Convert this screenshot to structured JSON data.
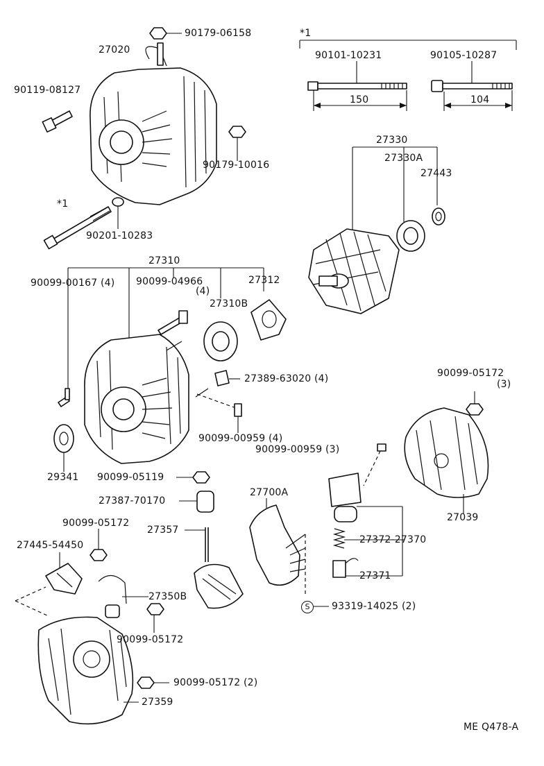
{
  "diagram": {
    "footer_code": "ME Q478-A",
    "labels": {
      "nut_top": "90179-06158",
      "frame_top": "27020",
      "bolt_left": "90119-08127",
      "nut_right_top": "90179-10016",
      "star_top_group": "*1",
      "bolt_long": "90101-10231",
      "bolt_short": "90105-10287",
      "dim_150": "150",
      "dim_104": "104",
      "star_left": "*1",
      "washer": "90201-10283",
      "rotor_group": "27330",
      "rotor_bearing": "27330A",
      "rotor_ring": "27443",
      "drive_frame": "27310",
      "screw_4a": "90099-00167 (4)",
      "stud_4": "90099-04966",
      "stud_4_qty": "(4)",
      "bearing_plate": "27312",
      "bearing": "27310B",
      "clip": "27389-63020 (4)",
      "screw_959_4": "90099-00959 (4)",
      "nut_5172_3": "90099-05172",
      "nut_5172_3_qty": "(3)",
      "screw_959_3": "90099-00959 (3)",
      "cover_seal": "29341",
      "nut_5119": "90099-05119",
      "end_cover": "27039",
      "insulator": "27387-70170",
      "holder_assy": "27700A",
      "nut_5172_a": "90099-05172",
      "terminal": "27357",
      "bracket": "27445-54450",
      "spring_assy": "27372-27370",
      "brush": "27371",
      "lead_wire": "27350B",
      "nut_5172_b": "90099-05172",
      "s_mark": "S",
      "screw_s": "93319-14025 (2)",
      "nut_5172_2": "90099-05172 (2)",
      "rear_frame": "27359"
    }
  }
}
